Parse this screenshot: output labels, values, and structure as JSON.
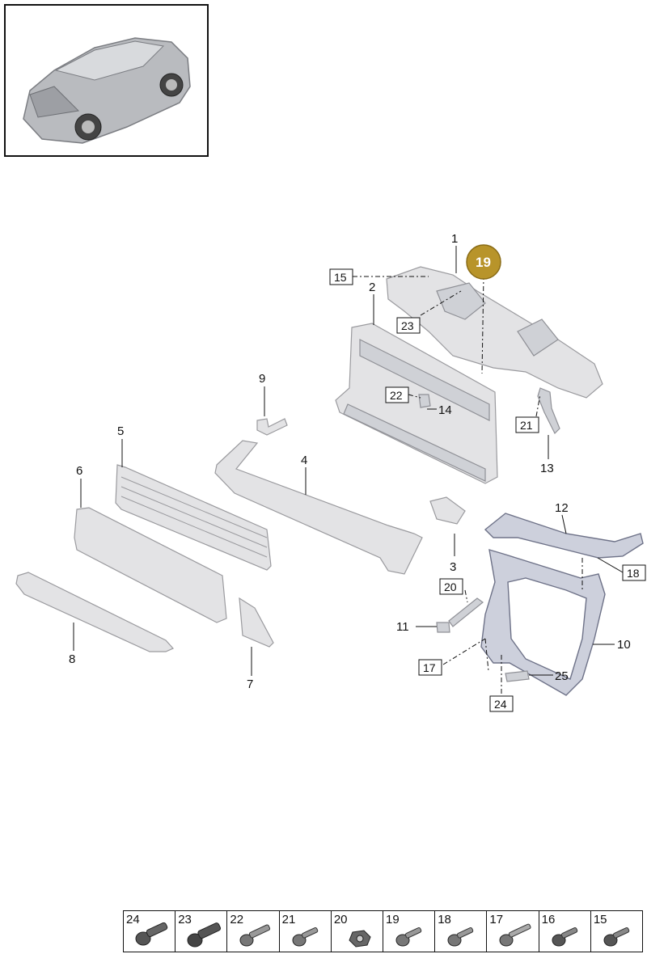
{
  "callouts": [
    "1",
    "2",
    "3",
    "4",
    "5",
    "6",
    "7",
    "8",
    "9",
    "10",
    "11",
    "12",
    "13",
    "14",
    "25"
  ],
  "boxed_callouts": [
    "15",
    "23",
    "22",
    "21",
    "20",
    "18",
    "17",
    "24"
  ],
  "highlight": {
    "label": "19",
    "color": "#b8942a"
  },
  "legend": [
    "24",
    "23",
    "22",
    "21",
    "20",
    "19",
    "18",
    "17",
    "16",
    "15"
  ],
  "colors": {
    "part_fill": "#e3e3e5",
    "part_stroke": "#9a9a9e",
    "frame_fill": "#cdd0dc",
    "line": "#111111"
  }
}
